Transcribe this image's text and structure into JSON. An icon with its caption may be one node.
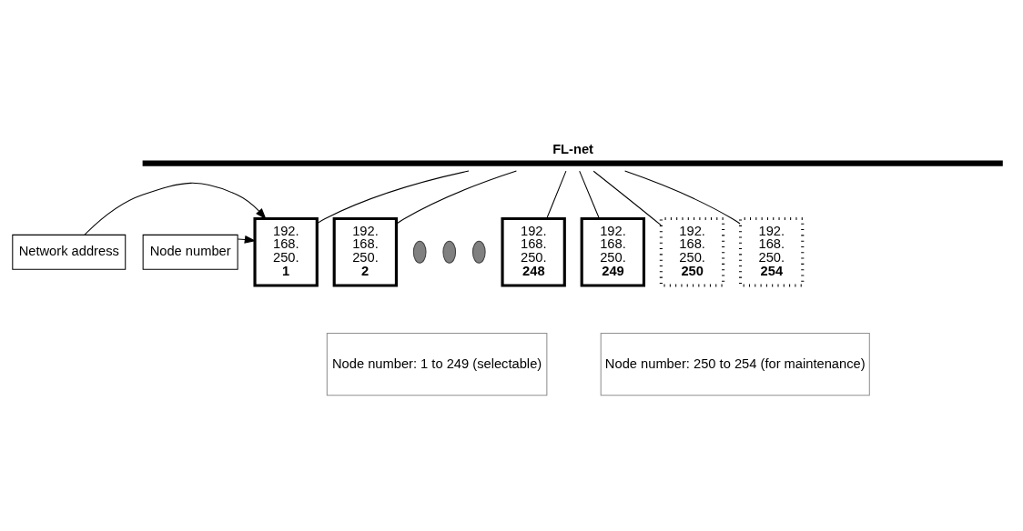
{
  "diagram": {
    "nodes": [
      {
        "text": [
          "FL-net"
        ]
      },
      {
        "text": [
          "Network address"
        ]
      },
      {
        "text": [
          "Node number"
        ]
      },
      {
        "text": [
          "192. 168. 250.",
          "1"
        ]
      },
      {
        "text": [
          "192. 168. 250.",
          "2"
        ]
      },
      {
        "text": [],
        "shape": "circle"
      },
      {
        "text": [],
        "shape": "circle"
      },
      {
        "text": [],
        "shape": "circle"
      },
      {
        "text": [
          "192. 168. 250.",
          "248"
        ]
      },
      {
        "text": [
          "192. 168. 250.",
          "249"
        ]
      },
      {
        "text": [
          "192. 168. 250.",
          "250"
        ]
      },
      {
        "text": [
          "192. 168. 250.",
          "254"
        ]
      },
      {
        "text": [
          "Node number: 1 to 249 (selectable)"
        ]
      },
      {
        "text": [
          "Node number: 250 to 254 (for maintenance)"
        ]
      }
    ],
    "edges": [
      {
        "from": 0,
        "to": 3,
        "arrow": "none"
      },
      {
        "from": 0,
        "to": 4,
        "arrow": "none"
      },
      {
        "from": 0,
        "to": 8,
        "arrow": "none"
      },
      {
        "from": 0,
        "to": 9,
        "arrow": "none"
      },
      {
        "from": 0,
        "to": 10,
        "arrow": "none"
      },
      {
        "from": 0,
        "to": 11,
        "arrow": "none"
      },
      {
        "from": 1,
        "to": 3,
        "arrow": "to"
      },
      {
        "from": 2,
        "to": 3,
        "arrow": "to"
      }
    ]
  }
}
